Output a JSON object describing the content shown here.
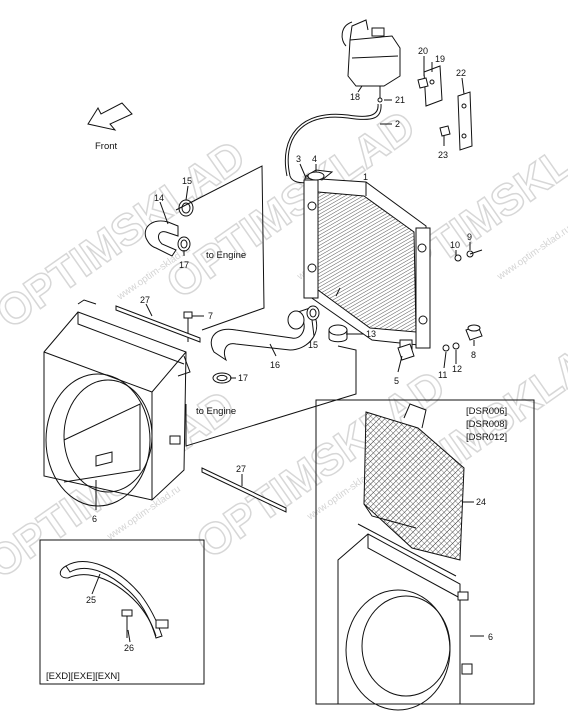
{
  "labels": {
    "front": "Front",
    "to_engine_upper": "to Engine",
    "to_engine_lower": "to Engine",
    "dsr_variants": [
      "[DSR006]",
      "[DSR008]",
      "[DSR012]"
    ],
    "exd_variants": "[EXD][EXE][EXN]"
  },
  "callouts": {
    "n1": "1",
    "n2": "2",
    "n3": "3",
    "n4": "4",
    "n5": "5",
    "n6a": "6",
    "n6b": "6",
    "n7": "7",
    "n8": "8",
    "n9": "9",
    "n10": "10",
    "n11": "11",
    "n12": "12",
    "n13": "13",
    "n14": "14",
    "n15a": "15",
    "n15b": "15",
    "n16": "16",
    "n17a": "17",
    "n17b": "17",
    "n18": "18",
    "n19": "19",
    "n20": "20",
    "n21": "21",
    "n22": "22",
    "n23": "23",
    "n24": "24",
    "n25": "25",
    "n26": "26",
    "n27a": "27",
    "n27b": "27"
  },
  "watermark": {
    "brand": "OPTIMSKLAD",
    "site": "www.optim-sklad.ru"
  }
}
